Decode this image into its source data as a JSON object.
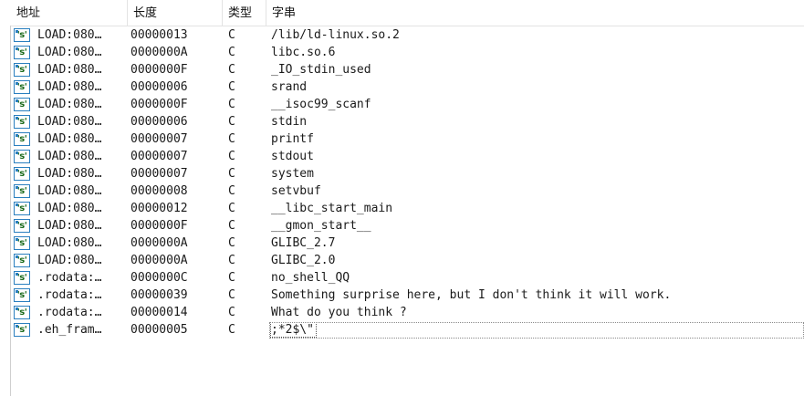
{
  "columns": {
    "address": "地址",
    "length": "长度",
    "type": "类型",
    "string": "字串"
  },
  "icon_label": "'s'",
  "rows": [
    {
      "address": "LOAD:080…",
      "length": "00000013",
      "type": "C",
      "string": "/lib/ld-linux.so.2"
    },
    {
      "address": "LOAD:080…",
      "length": "0000000A",
      "type": "C",
      "string": "libc.so.6"
    },
    {
      "address": "LOAD:080…",
      "length": "0000000F",
      "type": "C",
      "string": "_IO_stdin_used"
    },
    {
      "address": "LOAD:080…",
      "length": "00000006",
      "type": "C",
      "string": "srand"
    },
    {
      "address": "LOAD:080…",
      "length": "0000000F",
      "type": "C",
      "string": "__isoc99_scanf"
    },
    {
      "address": "LOAD:080…",
      "length": "00000006",
      "type": "C",
      "string": "stdin"
    },
    {
      "address": "LOAD:080…",
      "length": "00000007",
      "type": "C",
      "string": "printf"
    },
    {
      "address": "LOAD:080…",
      "length": "00000007",
      "type": "C",
      "string": "stdout"
    },
    {
      "address": "LOAD:080…",
      "length": "00000007",
      "type": "C",
      "string": "system"
    },
    {
      "address": "LOAD:080…",
      "length": "00000008",
      "type": "C",
      "string": "setvbuf"
    },
    {
      "address": "LOAD:080…",
      "length": "00000012",
      "type": "C",
      "string": "__libc_start_main"
    },
    {
      "address": "LOAD:080…",
      "length": "0000000F",
      "type": "C",
      "string": "__gmon_start__"
    },
    {
      "address": "LOAD:080…",
      "length": "0000000A",
      "type": "C",
      "string": "GLIBC_2.7"
    },
    {
      "address": "LOAD:080…",
      "length": "0000000A",
      "type": "C",
      "string": "GLIBC_2.0"
    },
    {
      "address": ".rodata:…",
      "length": "0000000C",
      "type": "C",
      "string": "no_shell_QQ"
    },
    {
      "address": ".rodata:…",
      "length": "00000039",
      "type": "C",
      "string": "Something surprise here, but I don't think it will work."
    },
    {
      "address": ".rodata:…",
      "length": "00000014",
      "type": "C",
      "string": "What do you think ?"
    },
    {
      "address": ".eh_fram…",
      "length": "00000005",
      "type": "C",
      "string": ";*2$\\\""
    }
  ]
}
